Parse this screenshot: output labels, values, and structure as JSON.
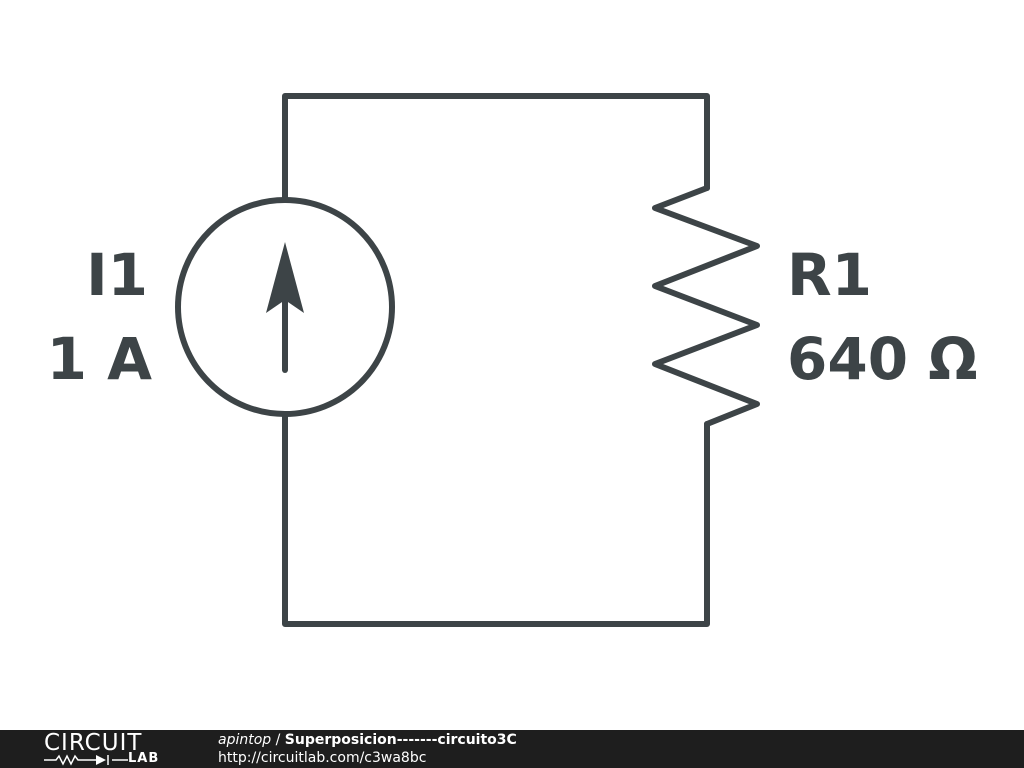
{
  "components": {
    "current_source": {
      "name": "I1",
      "value": "1 A"
    },
    "resistor": {
      "name": "R1",
      "value": "640 Ω"
    }
  },
  "footer": {
    "logo_word": "CIRCUIT",
    "logo_sub": "LAB",
    "author": "apintop",
    "separator": " / ",
    "title": "Superposicion-------circuito3C",
    "url": "http://circuitlab.com/c3wa8bc"
  },
  "colors": {
    "wire": "#3d4447",
    "footer_bg": "#1e1e1e"
  },
  "icons": {
    "source_symbol": "current-source-arrow-up-icon",
    "resistor_symbol": "zigzag-resistor-icon"
  }
}
